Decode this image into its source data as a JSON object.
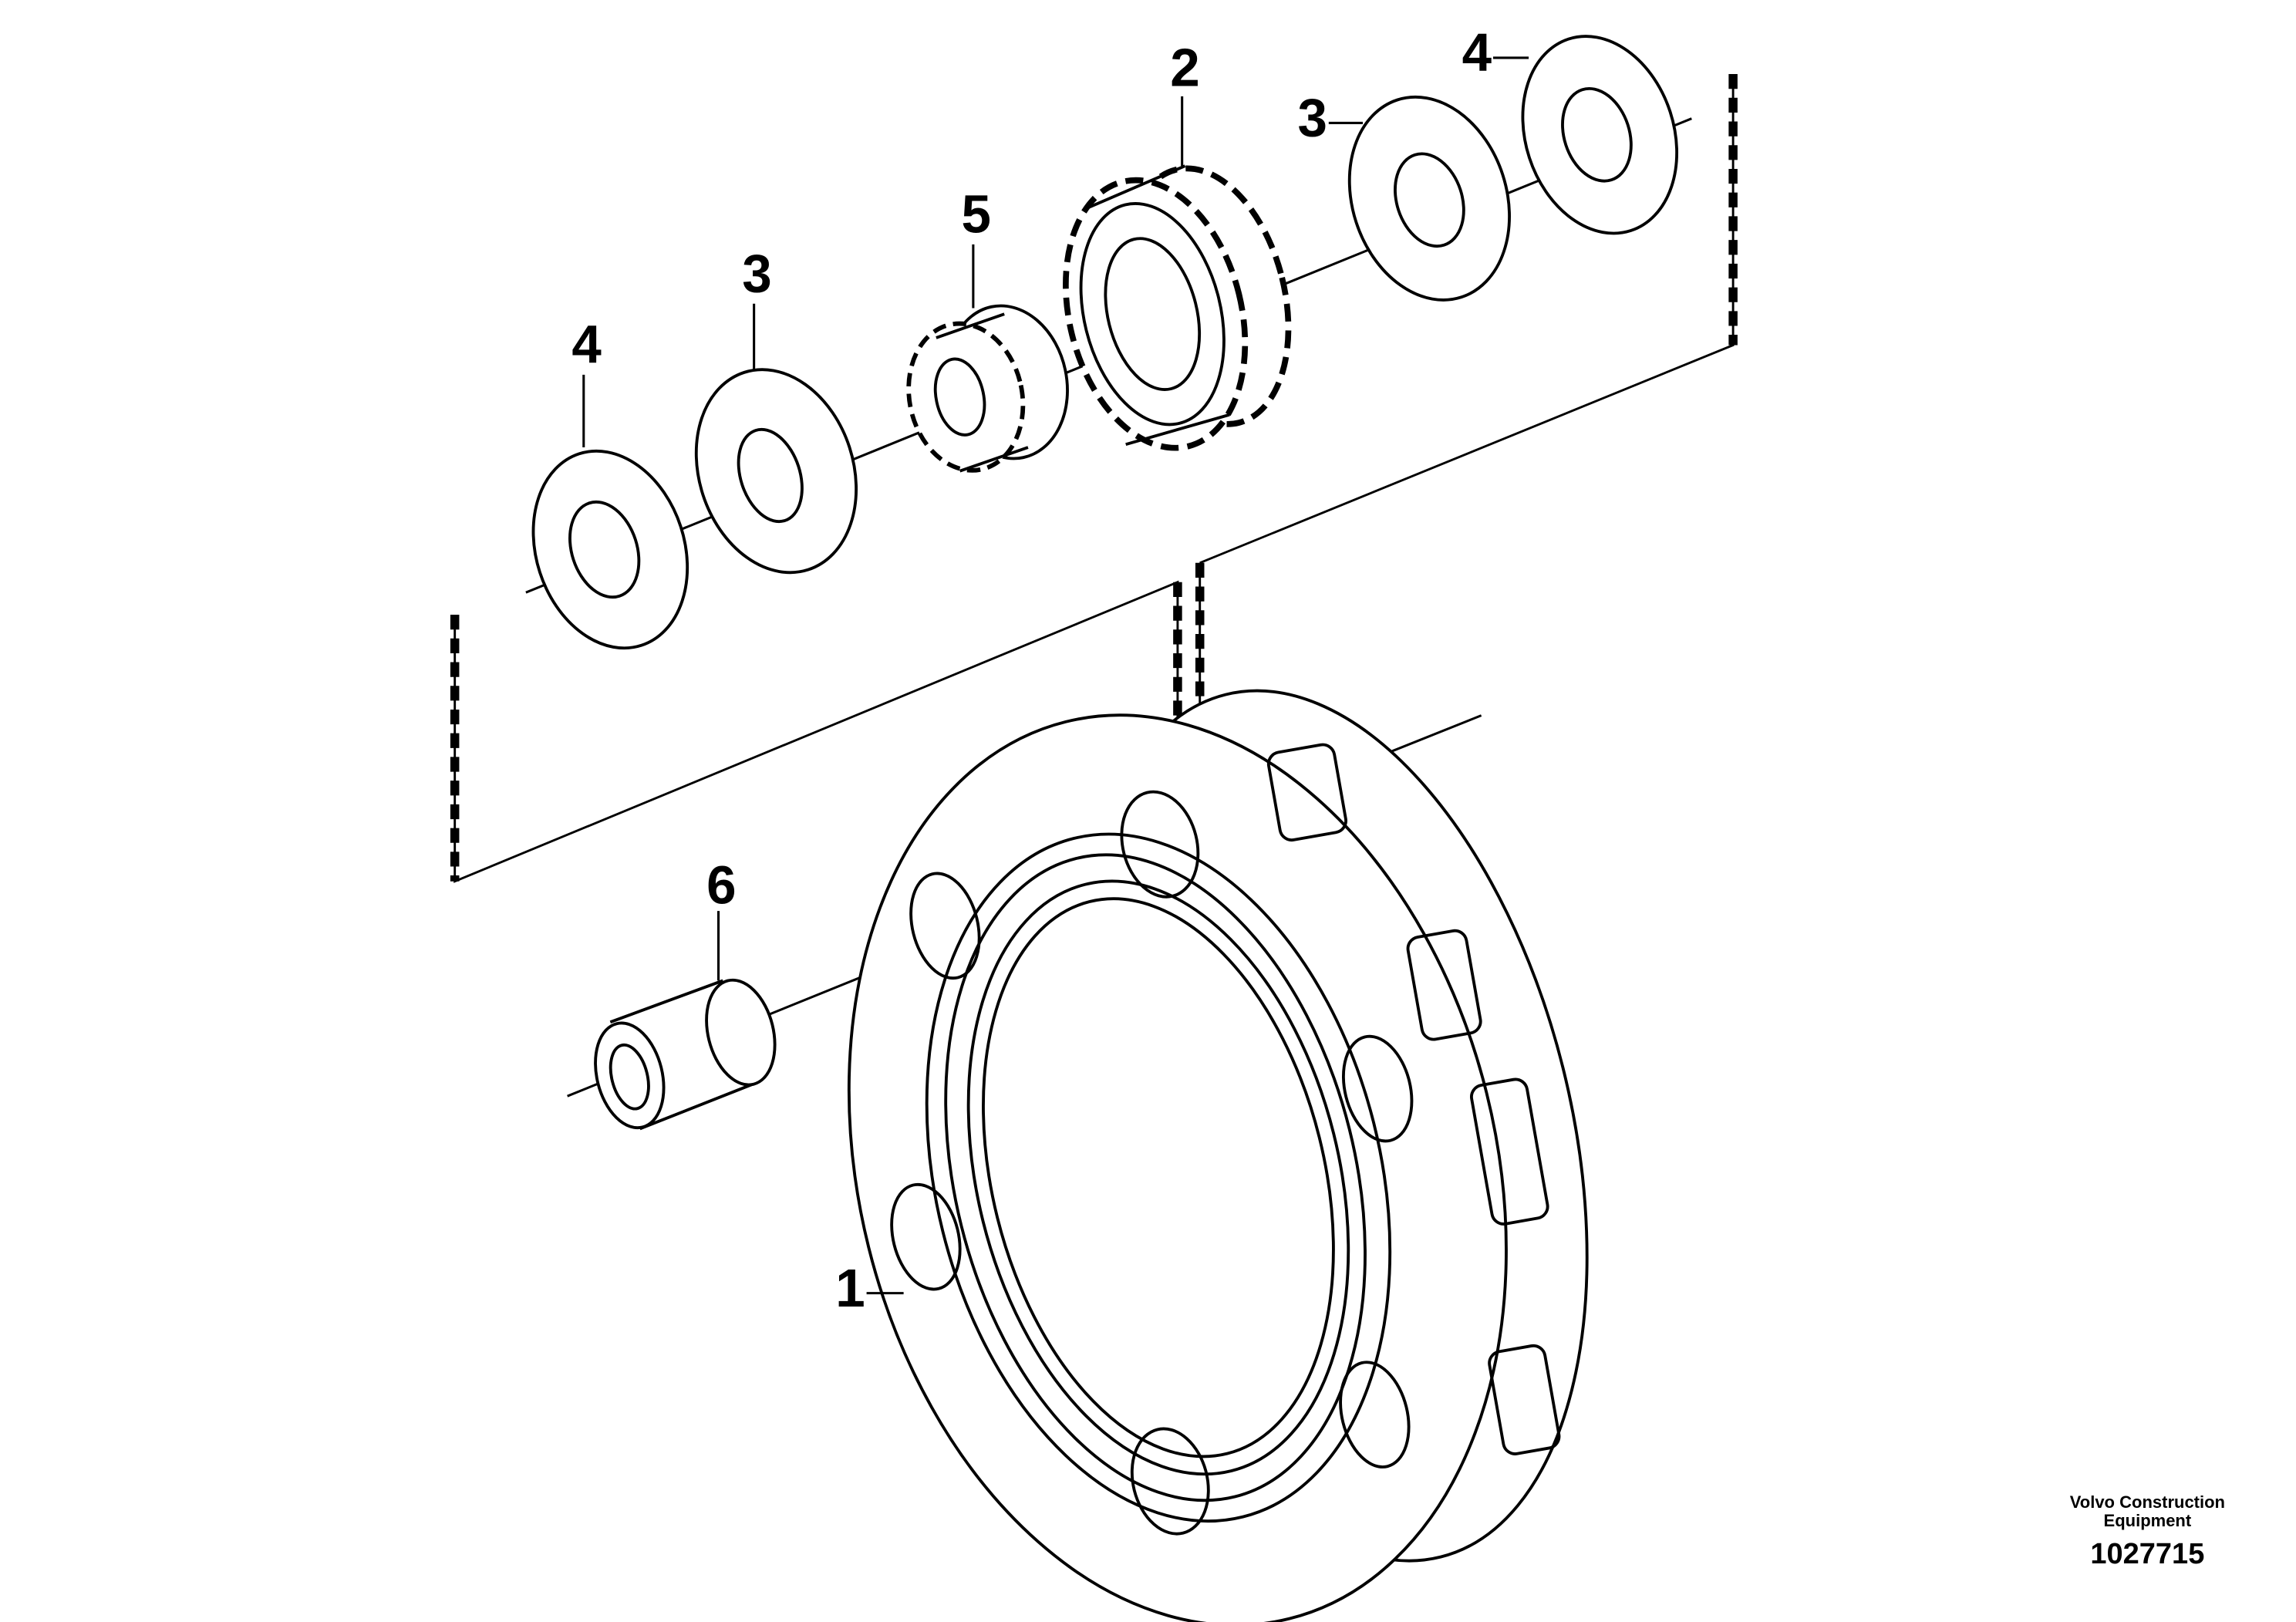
{
  "callouts": {
    "ring_carrier": "1",
    "gear_large": "2",
    "washer_3_left": "3",
    "washer_3_right": "3",
    "washer_4_left": "4",
    "washer_4_right": "4",
    "gear_small": "5",
    "pin": "6"
  },
  "credit": {
    "company_line1": "Volvo Construction",
    "company_line2": "Equipment",
    "drawing_number": "1027715"
  }
}
